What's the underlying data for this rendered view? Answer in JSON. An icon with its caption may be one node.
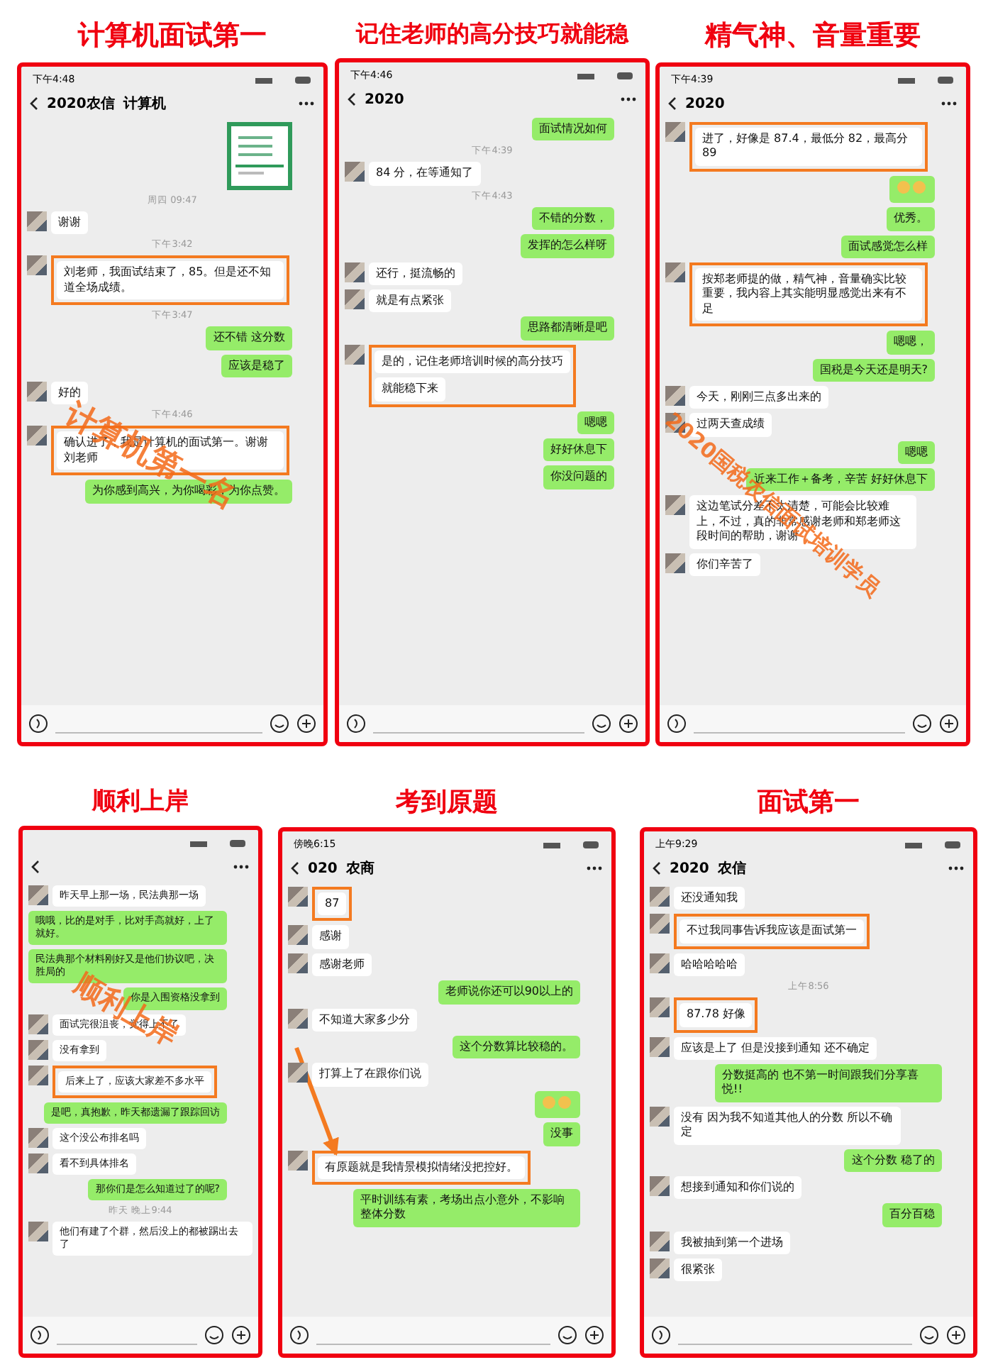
{
  "diagram": {
    "nodes": [
      {
        "text": [
          "计算机面试第一"
        ]
      },
      {
        "text": [],
        "shape": "picture",
        "in": 0
      },
      {
        "text": [
          "谢谢"
        ],
        "in": 0
      },
      {
        "text": [],
        "shape": "box",
        "in": 0
      },
      {
        "text": [
          "刘老师，我面试结束了，85。但是还不知道全场成绩。"
        ],
        "in": 3
      },
      {
        "text": [
          "还不错 这分数"
        ],
        "in": 0
      },
      {
        "text": [
          "应该是稳了"
        ],
        "in": 0
      },
      {
        "text": [
          "好的"
        ],
        "in": 0
      },
      {
        "text": [],
        "shape": "box",
        "in": 0
      },
      {
        "text": [
          "确认进了，我是计算机的面试第一。谢谢刘老师"
        ],
        "in": 8
      },
      {
        "text": [
          "为你感到高兴，为你喝彩，为你点赞。"
        ],
        "in": 0
      },
      {
        "text": [
          "记住老师的高分技巧就能稳"
        ]
      },
      {
        "text": [
          "面试情况如何"
        ],
        "in": 11
      },
      {
        "text": [
          "84 分，在等通知了"
        ],
        "in": 11
      },
      {
        "text": [
          "不错的分数，"
        ],
        "in": 11
      },
      {
        "text": [
          "发挥的怎么样呀"
        ],
        "in": 11
      },
      {
        "text": [
          "还行，挺流畅的"
        ],
        "in": 11
      },
      {
        "text": [
          "就是有点紧张"
        ],
        "in": 11
      },
      {
        "text": [
          "思路都清晰是吧"
        ],
        "in": 11
      },
      {
        "text": [],
        "shape": "box",
        "in": 11
      },
      {
        "text": [
          "是的，记住老师培训时候的高分技巧"
        ],
        "in": 19
      },
      {
        "text": [
          "就能稳下来"
        ],
        "in": 19
      },
      {
        "text": [
          "嗯嗯"
        ],
        "in": 11
      },
      {
        "text": [
          "好好休息下"
        ],
        "in": 11
      },
      {
        "text": [
          "你没问题的"
        ],
        "in": 11
      },
      {
        "text": [
          "精气神、音量重要"
        ]
      },
      {
        "text": [],
        "shape": "box",
        "in": 25
      },
      {
        "text": [
          "进了，好像是 87.4，最低分 82，最高分 89"
        ],
        "in": 26
      },
      {
        "text": [],
        "shape": "box",
        "in": 25
      },
      {
        "text": [
          "优秀。"
        ],
        "in": 25
      },
      {
        "text": [
          "面试感觉怎么样"
        ],
        "in": 25
      },
      {
        "text": [],
        "shape": "box",
        "in": 25
      },
      {
        "text": [
          "按郑老师提的做，精气神，音量确实比较重要，我内容上其实能明显感觉出来有不足"
        ],
        "in": 31
      },
      {
        "text": [
          "嗯嗯，"
        ],
        "in": 25
      },
      {
        "text": [
          "国税是今天还是明天?"
        ],
        "in": 25
      },
      {
        "text": [
          "今天，刚刚三点多出来的"
        ],
        "in": 25
      },
      {
        "text": [
          "过两天查成绩"
        ],
        "in": 25
      },
      {
        "text": [
          "嗯嗯"
        ],
        "in": 25
      },
      {
        "text": [
          "近来工作＋备考，辛苦 好好休息下"
        ],
        "in": 25
      },
      {
        "text": [
          "这边笔试分差不太清楚，可能会比较难上，不过，真的非常感谢老师和郑老师这段时间的帮助，谢谢"
        ],
        "in": 25
      },
      {
        "text": [
          "你们辛苦了"
        ],
        "in": 25
      },
      {
        "text": [
          "顺利上岸"
        ]
      },
      {
        "text": [
          "昨天早上那一场，民法典那一场"
        ],
        "in": 41
      },
      {
        "text": [
          "哦哦，比的是对手，比对手高就好，上了就好。"
        ],
        "in": 41
      },
      {
        "text": [
          "民法典那个材料刚好又是他们协议吧，决胜局的"
        ],
        "in": 41
      },
      {
        "text": [
          "你是入围资格没拿到"
        ],
        "in": 41
      },
      {
        "text": [
          "面试完很沮丧，觉得上不了"
        ],
        "in": 41
      },
      {
        "text": [
          "没有拿到"
        ],
        "in": 41
      },
      {
        "text": [],
        "shape": "box",
        "in": 41
      },
      {
        "text": [
          "后来上了，应该大家差不多水平"
        ],
        "in": 48
      },
      {
        "text": [
          "是吧，真抱歉，昨天都遗漏了跟踪回访"
        ],
        "in": 41
      },
      {
        "text": [
          "这个没公布排名吗"
        ],
        "in": 41
      },
      {
        "text": [
          "看不到具体排名"
        ],
        "in": 41
      },
      {
        "text": [
          "那你们是怎么知道过了的呢?"
        ],
        "in": 41
      },
      {
        "text": [
          "他们有建了个群，然后没上的都被踢出去了"
        ],
        "in": 41
      },
      {
        "text": [
          "考到原题"
        ]
      },
      {
        "text": [],
        "shape": "box",
        "in": 55
      },
      {
        "text": [
          "87"
        ],
        "in": 56
      },
      {
        "text": [
          "感谢"
        ],
        "in": 55
      },
      {
        "text": [
          "感谢老师"
        ],
        "in": 55
      },
      {
        "text": [
          "老师说你还可以90以上的"
        ],
        "in": 55
      },
      {
        "text": [
          "不知道大家多少分"
        ],
        "in": 55
      },
      {
        "text": [
          "这个分数算比较稳的。"
        ],
        "in": 55
      },
      {
        "text": [
          "打算上了在跟你们说"
        ],
        "in": 55
      },
      {
        "text": [],
        "shape": "box",
        "in": 55
      },
      {
        "text": [
          "没事"
        ],
        "in": 55
      },
      {
        "text": [],
        "shape": "box",
        "in": 55
      },
      {
        "text": [
          "有原题就是我情景模拟情绪没把控好。"
        ],
        "in": 66
      },
      {
        "text": [
          "平时训练有素，考场出点小意外，不影响整体分数"
        ],
        "in": 55
      },
      {
        "text": [
          "面试第一"
        ]
      },
      {
        "text": [
          "还没通知我"
        ],
        "in": 69
      },
      {
        "text": [],
        "shape": "box",
        "in": 69
      },
      {
        "text": [
          "不过我同事告诉我应该是面试第一"
        ],
        "in": 71
      },
      {
        "text": [
          "哈哈哈哈哈"
        ],
        "in": 69
      },
      {
        "text": [],
        "shape": "box",
        "in": 69
      },
      {
        "text": [
          "87.78 好像"
        ],
        "in": 74
      },
      {
        "text": [
          "应该是上了 但是没接到通知 还不确定"
        ],
        "in": 69
      },
      {
        "text": [
          "分数挺高的 也不第一时间跟我们分享喜悦!!"
        ],
        "in": 69
      },
      {
        "text": [
          "没有 因为我不知道其他人的分数 所以不确定"
        ],
        "in": 69
      },
      {
        "text": [
          "这个分数 稳了的"
        ],
        "in": 69
      },
      {
        "text": [
          "想接到通知和你们说的"
        ],
        "in": 69
      },
      {
        "text": [
          "百分百稳"
        ],
        "in": 69
      },
      {
        "text": [
          "我被抽到第一个进场"
        ],
        "in": 69
      },
      {
        "text": [
          "很紧张"
        ],
        "in": 69
      }
    ],
    "edges": [
      {
        "from": null,
        "to": 66,
        "arrow": "to"
      }
    ],
    "labels": [
      "下午4:48",
      "2020农信",
      "计算机",
      "周四 09:47",
      "下午3:42",
      "下午3:47",
      "计算机第一名",
      "下午4:46",
      "下午4:46",
      "2020",
      "下午4:39",
      "下午4:43",
      "下午4:39",
      "2020",
      "2020国税农信面试培训学员",
      "顺利上岸",
      "昨天 晚上9:44",
      "傍晚6:15",
      "020",
      "农商",
      "上午9:29",
      "2020",
      "农信",
      "上午8:56"
    ]
  }
}
